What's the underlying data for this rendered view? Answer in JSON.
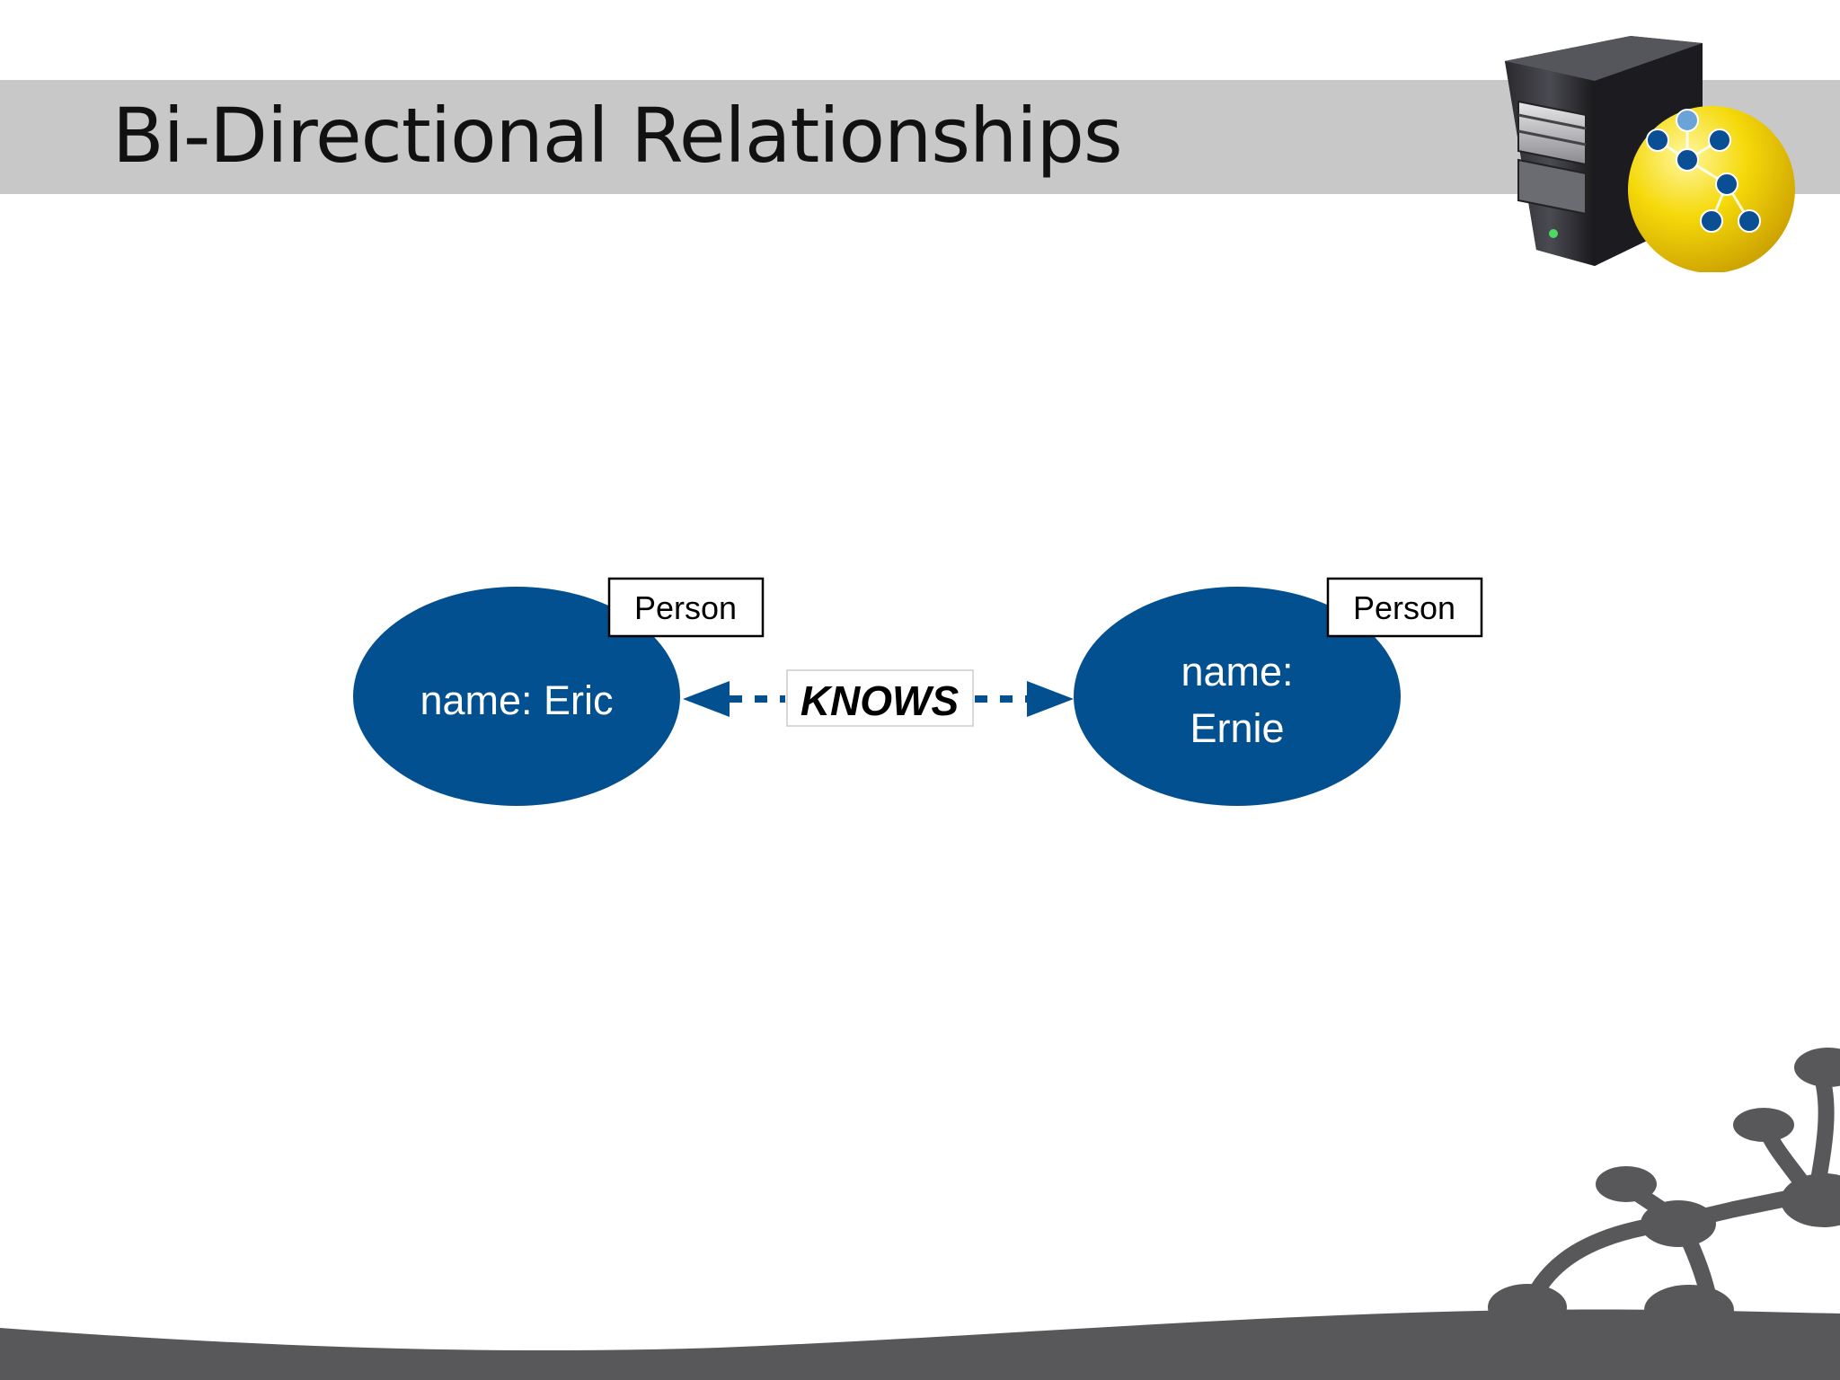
{
  "slide": {
    "title": "Bi-Directional Relationships"
  },
  "logo": {
    "icon": "server-graph-logo-icon"
  },
  "diagram": {
    "nodes": [
      {
        "label": "Person",
        "lines": [
          "name: Eric"
        ]
      },
      {
        "label": "Person",
        "lines": [
          "name:",
          "Ernie"
        ]
      }
    ],
    "relationship": {
      "type": "KNOWS",
      "direction": "both"
    }
  },
  "colors": {
    "node_fill": "#02508f",
    "title_band": "#c8c8c8",
    "footer_gray": "#58585a"
  }
}
